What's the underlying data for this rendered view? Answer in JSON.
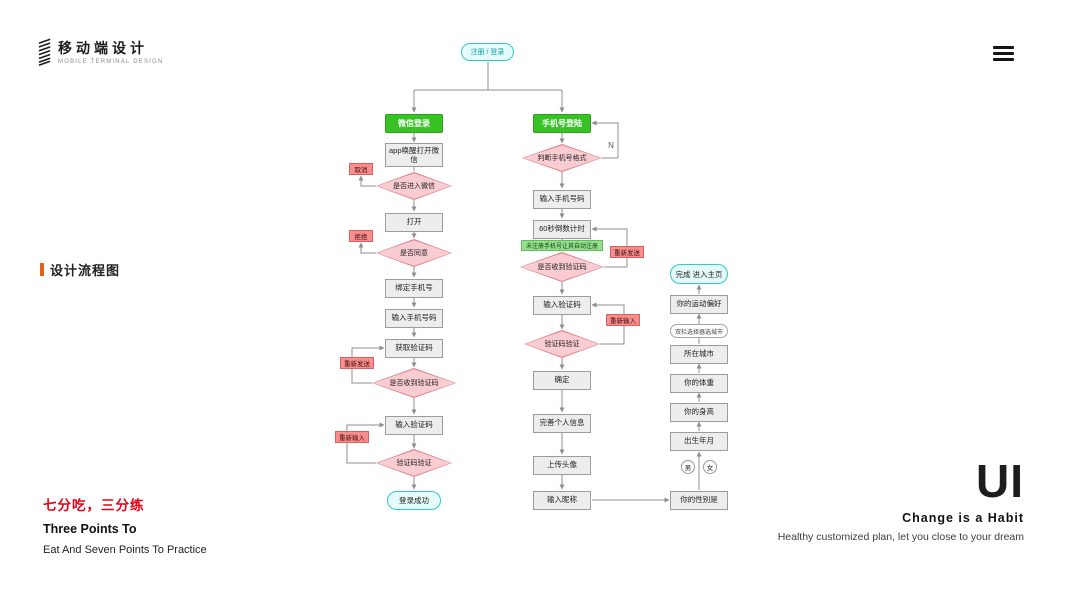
{
  "header": {
    "logo_title": "移动端设计",
    "logo_subtitle": "MOBILE TERMINAL DESIGN",
    "register_login_pill": "注册 / 登录"
  },
  "section": {
    "title": "设计流程图"
  },
  "flowchart": {
    "nodes": [
      {
        "id": "wechat-login-start",
        "type": "start",
        "label": "微信登录"
      },
      {
        "id": "app-wake-wechat",
        "type": "process",
        "label": "app唤醒打开微信"
      },
      {
        "id": "enter-wechat-decision",
        "type": "decision",
        "label": "是否进入微信"
      },
      {
        "id": "cancel-tag",
        "type": "tag",
        "label": "取消"
      },
      {
        "id": "open-step",
        "type": "process",
        "label": "打开"
      },
      {
        "id": "agree-decision",
        "type": "decision",
        "label": "是否同意"
      },
      {
        "id": "refuse-tag",
        "type": "tag",
        "label": "拒绝"
      },
      {
        "id": "bind-phone",
        "type": "process",
        "label": "绑定手机号"
      },
      {
        "id": "wechat-input-phone",
        "type": "process",
        "label": "输入手机号码"
      },
      {
        "id": "get-code",
        "type": "process",
        "label": "获取验证码"
      },
      {
        "id": "wechat-resend-tag",
        "type": "tag",
        "label": "重新发送"
      },
      {
        "id": "wechat-code-received-decision",
        "type": "decision",
        "label": "是否收到验证码"
      },
      {
        "id": "wechat-input-code",
        "type": "process",
        "label": "输入验证码"
      },
      {
        "id": "wechat-reinput-tag",
        "type": "tag",
        "label": "重新输入"
      },
      {
        "id": "wechat-code-verify-decision",
        "type": "decision",
        "label": "验证码验证"
      },
      {
        "id": "login-success",
        "type": "terminal",
        "label": "登录成功"
      },
      {
        "id": "phone-login-start",
        "type": "start",
        "label": "手机号登陆"
      },
      {
        "id": "phone-format-decision",
        "type": "decision",
        "label": "判断手机号格式"
      },
      {
        "id": "n-branch-label",
        "type": "text",
        "label": "N"
      },
      {
        "id": "phone-input-phone",
        "type": "process",
        "label": "输入手机号码"
      },
      {
        "id": "countdown-timer",
        "type": "process",
        "label": "60秒倒数计时"
      },
      {
        "id": "auto-register-note",
        "type": "note",
        "label": "未注册手机号让其自动注册"
      },
      {
        "id": "phone-code-received-decision",
        "type": "decision",
        "label": "是否收到验证码"
      },
      {
        "id": "phone-resend-tag",
        "type": "tag",
        "label": "重新发送"
      },
      {
        "id": "phone-input-code",
        "type": "process",
        "label": "输入验证码"
      },
      {
        "id": "phone-reinput-tag",
        "type": "tag",
        "label": "重新输入"
      },
      {
        "id": "phone-code-verify-decision",
        "type": "decision",
        "label": "验证码验证"
      },
      {
        "id": "confirm-step",
        "type": "process",
        "label": "确定"
      },
      {
        "id": "complete-profile",
        "type": "process",
        "label": "完善个人信息"
      },
      {
        "id": "upload-avatar",
        "type": "process",
        "label": "上传头像"
      },
      {
        "id": "input-nickname",
        "type": "process",
        "label": "输入昵称"
      },
      {
        "id": "finish-home",
        "type": "terminal",
        "label": "完成 进入主页"
      },
      {
        "id": "sport-preference",
        "type": "process",
        "label": "你的运动偏好"
      },
      {
        "id": "city-picker-note",
        "type": "pill-note",
        "label": "双栏选择器选城市"
      },
      {
        "id": "current-city",
        "type": "process",
        "label": "所在城市"
      },
      {
        "id": "your-weight",
        "type": "process",
        "label": "你的体重"
      },
      {
        "id": "your-height",
        "type": "process",
        "label": "你的身高"
      },
      {
        "id": "birth-date",
        "type": "process",
        "label": "出生年月"
      },
      {
        "id": "male-option",
        "type": "circle",
        "label": "男"
      },
      {
        "id": "female-option",
        "type": "circle",
        "label": "女"
      },
      {
        "id": "your-gender",
        "type": "process",
        "label": "你的性别是"
      }
    ]
  },
  "footer_left": {
    "slogan_cn": "七分吃，三分练",
    "slogan_en_bold": "Three Points To",
    "slogan_en": "Eat And Seven Points To Practice"
  },
  "footer_right": {
    "big_text": "UI",
    "tagline": "Change is a Habit",
    "subtitle": "Healthy customized plan, let you close to your dream"
  },
  "colors": {
    "start_node_green": "#39c226",
    "decision_fill_pink": "#f9ccd2",
    "decision_border": "#df7c86",
    "tag_red": "#f98d8d",
    "note_green": "#93df8e",
    "terminal_cyan_fill": "#e3fbf9",
    "terminal_cyan_border": "#35c8cb",
    "section_accent_orange": "#e2611c",
    "slogan_red": "#e60012",
    "edge_gray": "#8f8f8f"
  }
}
